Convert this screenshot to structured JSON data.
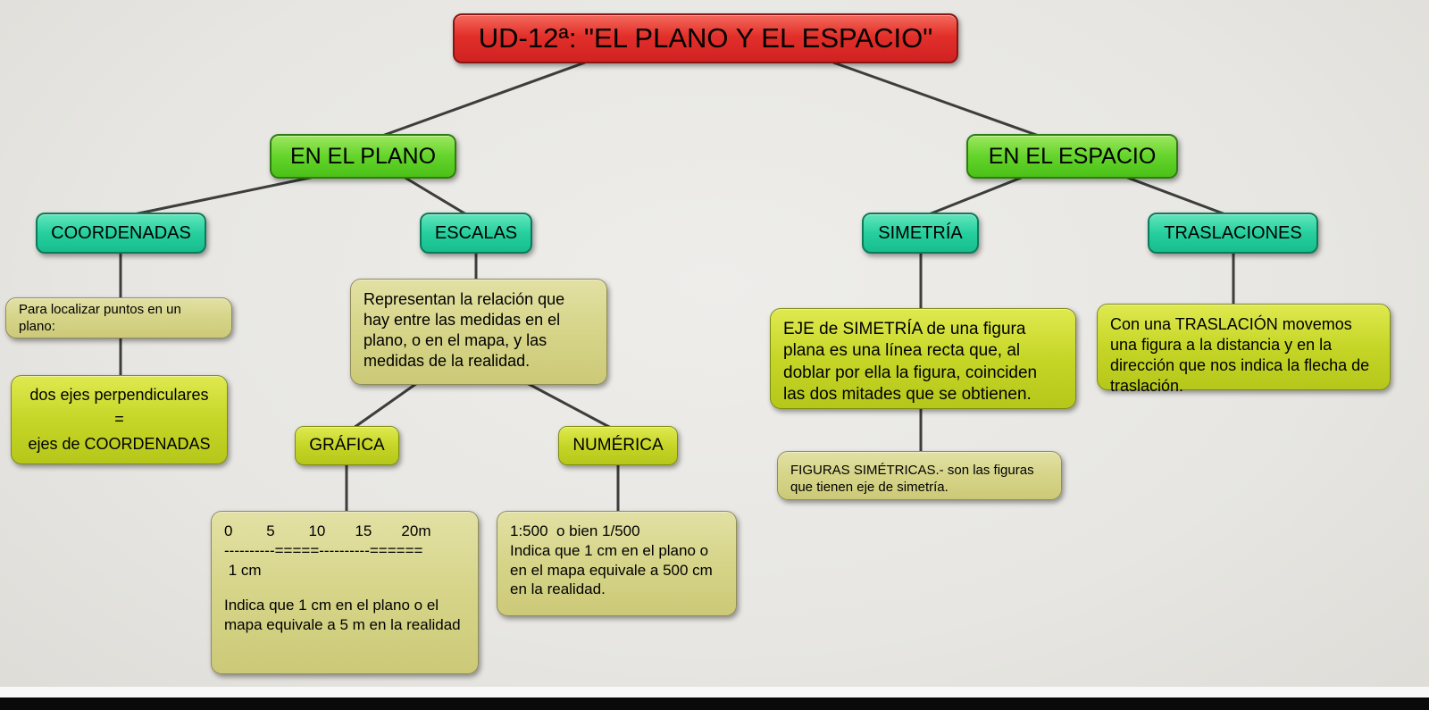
{
  "title": {
    "label": "UD-12ª: \"EL PLANO Y EL ESPACIO\""
  },
  "branches": {
    "plano": "EN EL PLANO",
    "espacio": "EN EL ESPACIO"
  },
  "topics": {
    "coordenadas": "COORDENADAS",
    "escalas": "ESCALAS",
    "simetria": "SIMETRÍA",
    "traslaciones": "TRASLACIONES"
  },
  "notes": {
    "localizar": "Para localizar puntos en un plano:",
    "ejes": {
      "line1": "dos ejes perpendiculares",
      "line2": "=",
      "line3": "ejes de COORDENADAS"
    },
    "representan": "Representan la relación que hay entre las medidas en el plano, o en el mapa, y las medidas de la realidad.",
    "grafica": "GRÁFICA",
    "numerica": "NUMÉRICA",
    "escala_grafica": {
      "ruler_numbers": "0        5        10       15       20m",
      "ruler_line": "----------=====----------======",
      "ruler_unit": " 1 cm",
      "desc": "Indica que 1 cm en el plano o el mapa equivale a 5 m en la realidad"
    },
    "escala_numerica": {
      "ratio": "1:500  o bien 1/500",
      "desc": "Indica que 1 cm en el plano o en el mapa equivale a 500 cm en la realidad."
    },
    "eje": "EJE de SIMETRÍA de una figura plana es una línea recta que, al doblar por ella la figura, coinciden las dos mitades que se obtienen.",
    "figuras": "FIGURAS SIMÉTRICAS.- son las figuras que tienen eje de simetría.",
    "traslacion": "Con una TRASLACIÓN movemos una figura a la distancia y en la dirección que nos indica la flecha de traslación."
  },
  "colors": {
    "title_red": "#dd2e2e",
    "branch_green": "#5fd12c",
    "topic_teal": "#2bd3a4",
    "note_lime": "#c9d830",
    "note_olive": "#d8d78e",
    "connector": "#3d3d3d",
    "background": "#e9e8e4"
  }
}
